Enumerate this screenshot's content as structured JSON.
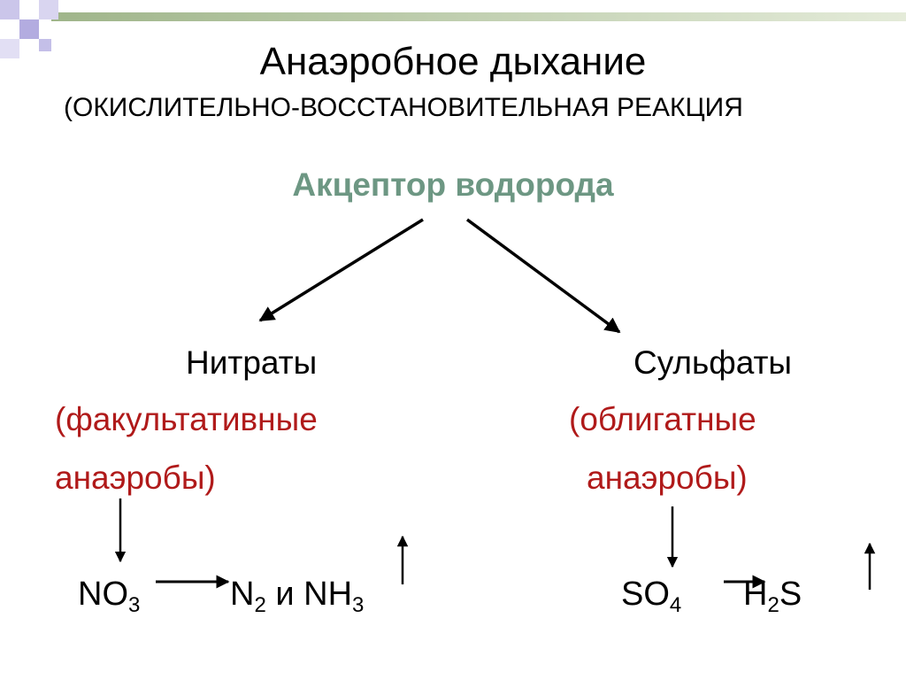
{
  "title": "Анаэробное дыхание",
  "subtitle": "(ОКИСЛИТЕЛЬНО-ВОССТАНОВИТЕЛЬНАЯ РЕАКЦИЯ",
  "acceptor": "Акцептор водорода",
  "left": {
    "heading": "Нитраты",
    "note_line1": "(факультативные",
    "note_line2": "анаэробы)",
    "formula": {
      "reactant": "NO",
      "reactant_sub": "3",
      "product1": "N",
      "product1_sub": "2",
      "connector": " и ",
      "product2": "NH",
      "product2_sub": "3"
    }
  },
  "right": {
    "heading": "Сульфаты",
    "note_line1": "(облигатные",
    "note_line2": "анаэробы)",
    "formula": {
      "reactant": "SO",
      "reactant_sub": "4",
      "product_pre": "H",
      "product_sub": "2",
      "product_post": "S"
    }
  },
  "colors": {
    "title": "#000000",
    "acceptor": "#6d9783",
    "note": "#b01a1a",
    "arrow": "#000000",
    "decor_bar": "#c9d6b2",
    "decor_squares": "#a9a3d6"
  }
}
